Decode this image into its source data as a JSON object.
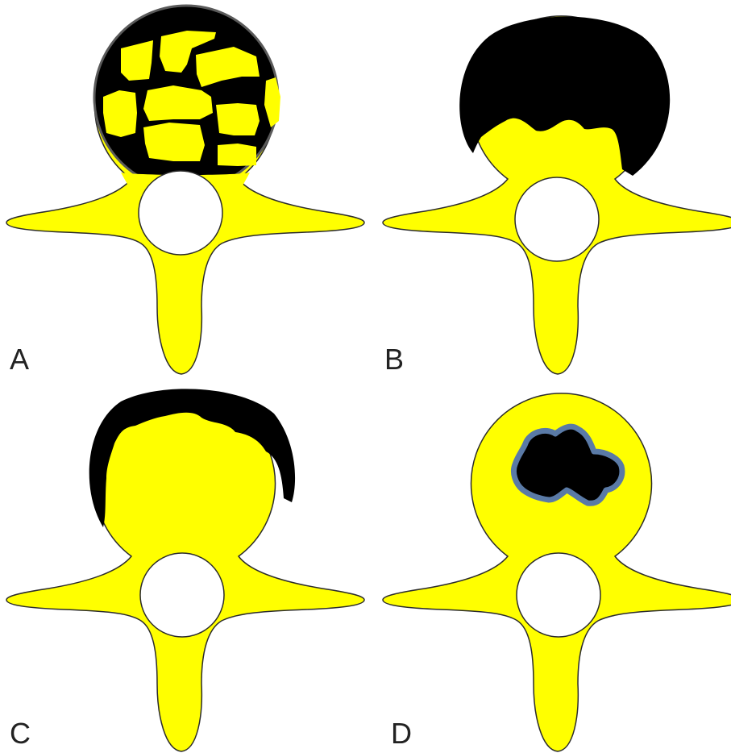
{
  "colors": {
    "bone": "#ffff00",
    "lesion": "#000000",
    "outline": "#2b2b2b",
    "canal": "#ffffff",
    "rim": "#5a7aa6"
  },
  "panels": [
    {
      "id": "A",
      "label": "A",
      "pattern": "multiple-island-lesions"
    },
    {
      "id": "B",
      "label": "B",
      "pattern": "large-dorsal-lesion"
    },
    {
      "id": "C",
      "label": "C",
      "pattern": "peripheral-crescent-lesion"
    },
    {
      "id": "D",
      "label": "D",
      "pattern": "central-lesion-with-rim"
    }
  ]
}
